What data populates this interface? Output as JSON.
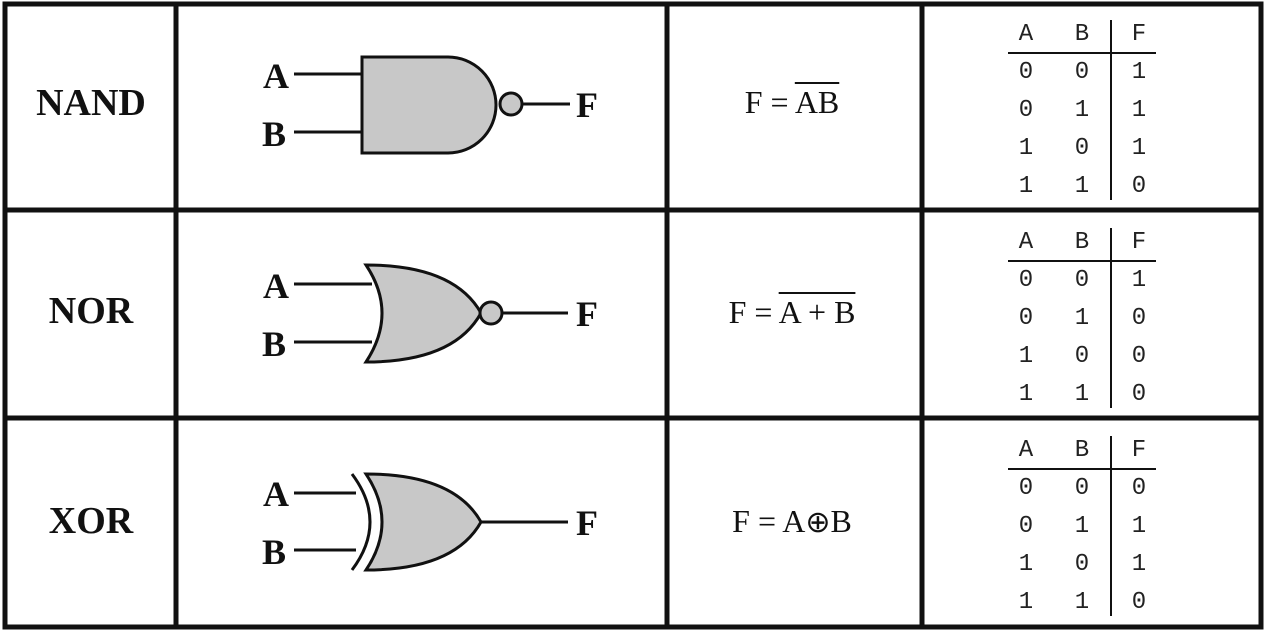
{
  "gates": [
    {
      "name": "NAND",
      "input_a": "A",
      "input_b": "B",
      "output": "F",
      "expression": {
        "lhs": "F = ",
        "operand_a": "AB",
        "operator": "",
        "operand_b": "",
        "overline": true
      },
      "truth_table": {
        "headers": [
          "A",
          "B",
          "F"
        ],
        "rows": [
          [
            "0",
            "0",
            "1"
          ],
          [
            "0",
            "1",
            "1"
          ],
          [
            "1",
            "0",
            "1"
          ],
          [
            "1",
            "1",
            "0"
          ]
        ]
      }
    },
    {
      "name": "NOR",
      "input_a": "A",
      "input_b": "B",
      "output": "F",
      "expression": {
        "lhs": "F = ",
        "operand_a": "A + B",
        "operator": "",
        "operand_b": "",
        "overline": true
      },
      "truth_table": {
        "headers": [
          "A",
          "B",
          "F"
        ],
        "rows": [
          [
            "0",
            "0",
            "1"
          ],
          [
            "0",
            "1",
            "0"
          ],
          [
            "1",
            "0",
            "0"
          ],
          [
            "1",
            "1",
            "0"
          ]
        ]
      }
    },
    {
      "name": "XOR",
      "input_a": "A",
      "input_b": "B",
      "output": "F",
      "expression": {
        "lhs": "F = ",
        "operand_a": "A",
        "operator": "⊕",
        "operand_b": "B",
        "overline": false
      },
      "truth_table": {
        "headers": [
          "A",
          "B",
          "F"
        ],
        "rows": [
          [
            "0",
            "0",
            "0"
          ],
          [
            "0",
            "1",
            "1"
          ],
          [
            "1",
            "0",
            "1"
          ],
          [
            "1",
            "1",
            "0"
          ]
        ]
      }
    }
  ],
  "colors": {
    "gate_fill": "#c8c8c8",
    "line": "#111111"
  }
}
